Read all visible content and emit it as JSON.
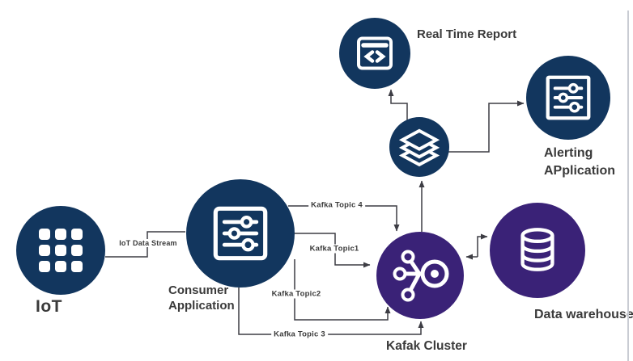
{
  "diagram": {
    "type": "architecture-flow",
    "colors": {
      "node_navy": "#12365E",
      "node_purple": "#3A2277",
      "connector": "#3D3D44",
      "label_text": "#3A3A3A",
      "background": "#FFFFFF",
      "right_border": "#C9CCD3"
    },
    "nodes": {
      "iot": {
        "label": "IoT",
        "icon": "grid-icon",
        "color": "navy"
      },
      "consumer_application": {
        "label_line1": "Consumer",
        "label_line2": "Application",
        "icon": "sliders-icon",
        "color": "navy"
      },
      "kafka_cluster": {
        "label": "Kafak Cluster",
        "icon": "hub-icon",
        "color": "purple"
      },
      "data_warehouse": {
        "label": "Data warehouse",
        "icon": "database-icon",
        "color": "purple"
      },
      "real_time_report": {
        "label": "Real Time Report",
        "icon": "browser-code-icon",
        "color": "navy"
      },
      "stream_layers": {
        "label": "",
        "icon": "layers-icon",
        "color": "navy"
      },
      "alerting_application": {
        "label_line1": "Alerting",
        "label_line2": "APplication",
        "icon": "sliders-icon",
        "color": "navy"
      }
    },
    "edge_labels": {
      "iot_data_stream": "IoT Data Stream",
      "kafka_topic4": "Kafka Topic 4",
      "kafka_topic1": "Kafka Topic1",
      "kafka_topic2": "Kafka Topic2",
      "kafka_topic3": "Kafka Topic 3"
    }
  }
}
